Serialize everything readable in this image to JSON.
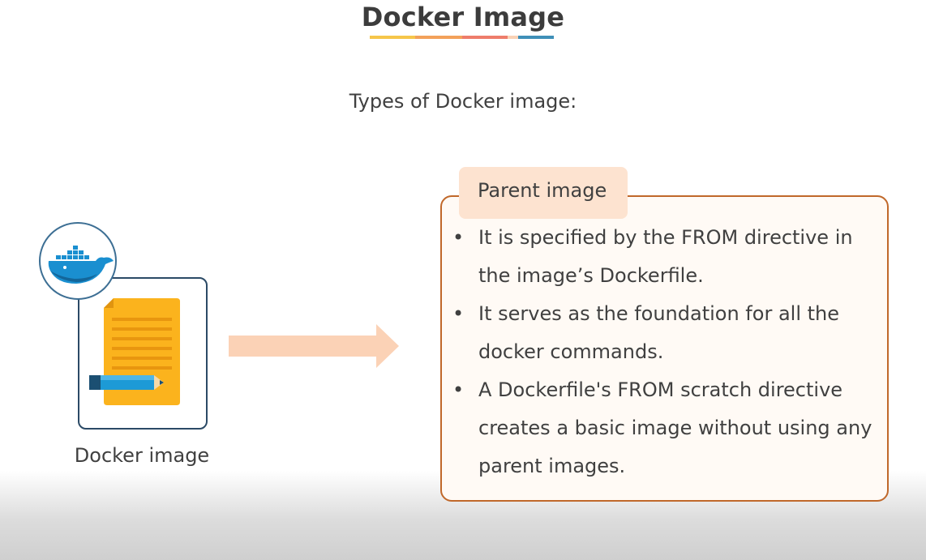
{
  "title": "Docker Image",
  "subtitle": "Types of Docker image:",
  "colors": {
    "underline": [
      "#f6c64a",
      "#f3a15a",
      "#ee7d6b",
      "#f9d2b5",
      "#3f8fb8"
    ],
    "card_border": "#2b4a66",
    "box_border": "#c0682a",
    "tab_fill": "#fde3d0",
    "arrow_fill": "#fbd2b6",
    "document_fill": "#fbb31d",
    "pencil_fill": "#1d9ad6",
    "docker_blue": "#1a8fd0"
  },
  "left": {
    "icon": "docker-whale-icon",
    "document_icon": "document-pencil-icon",
    "label": "Docker image"
  },
  "arrow": {
    "icon": "right-arrow-icon"
  },
  "box": {
    "tab_label": "Parent image",
    "bullets": [
      "It is specified by the FROM directive in the image’s Dockerfile.",
      "It serves as the foundation for all the docker commands.",
      "A Dockerfile's FROM scratch directive creates a basic image without using any parent images."
    ]
  }
}
